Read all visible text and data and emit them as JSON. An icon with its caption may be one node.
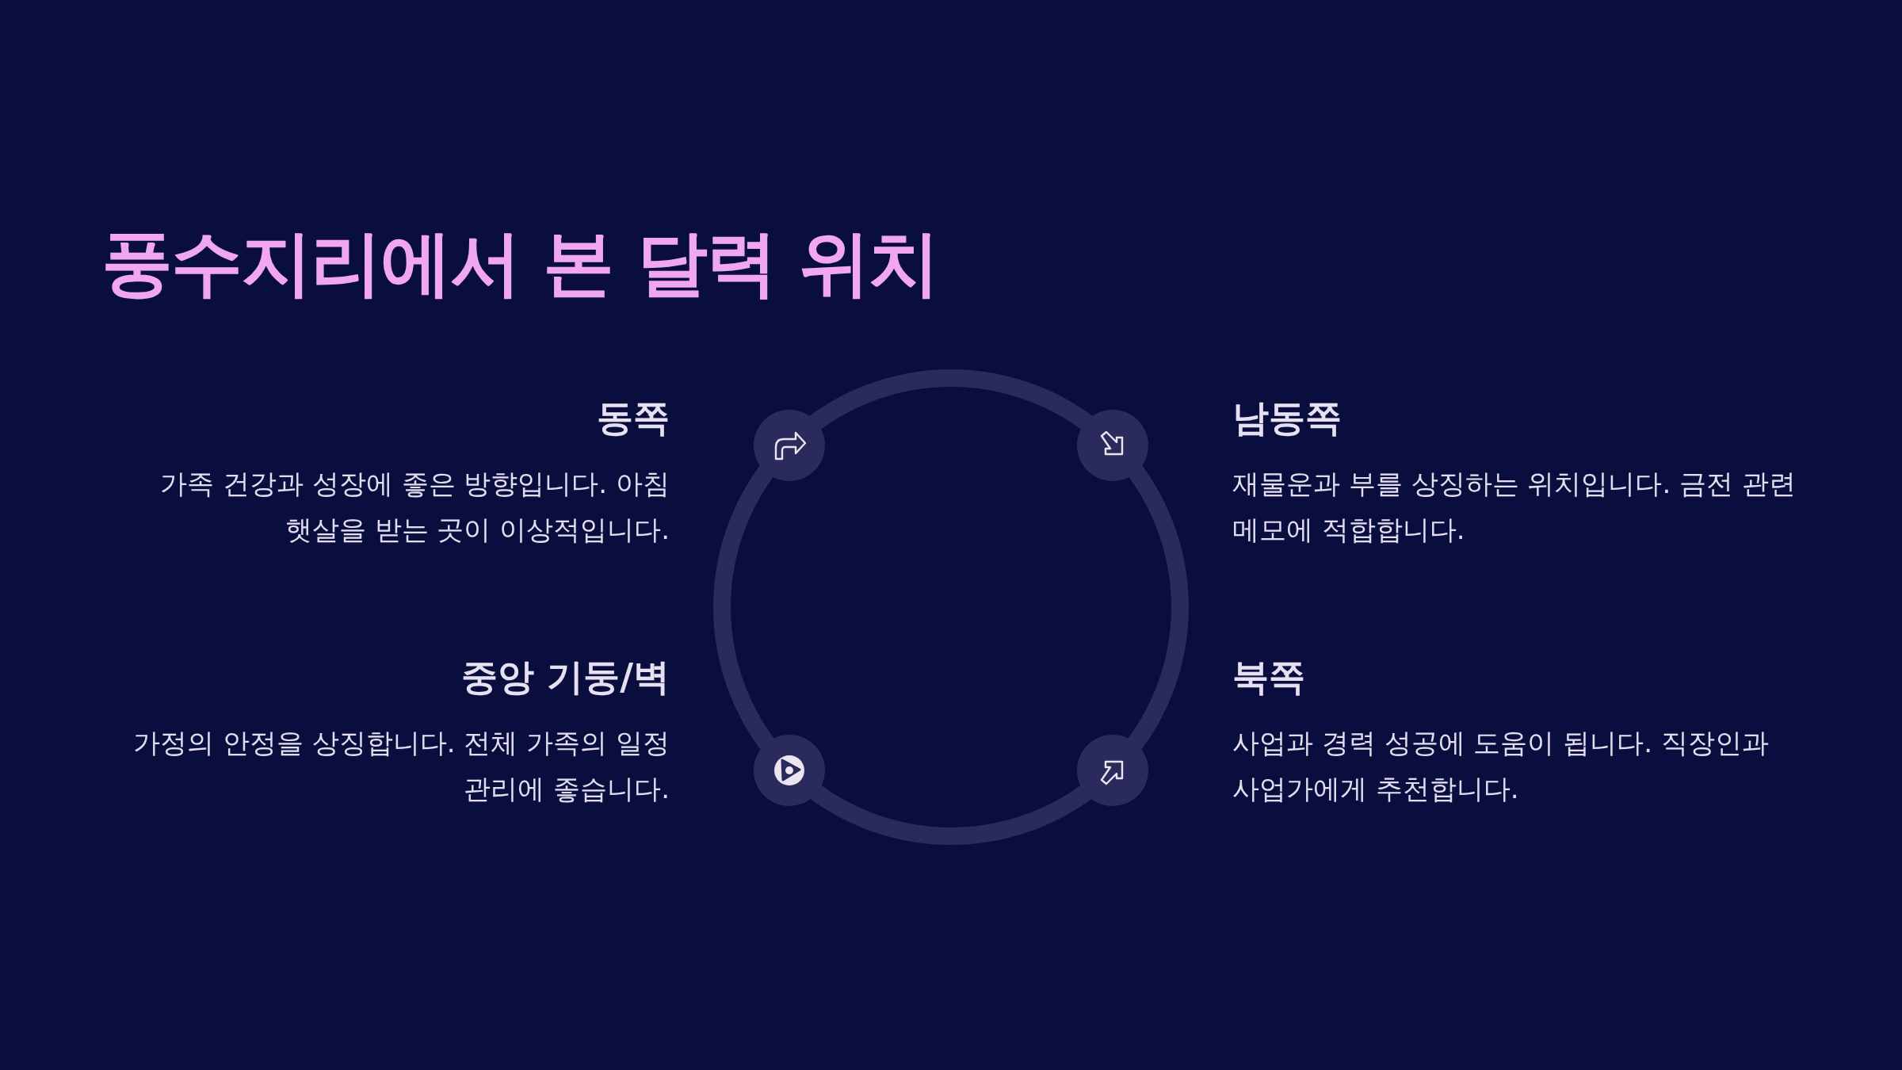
{
  "diagram": {
    "title": "풍수지리에서 본 달력 위치",
    "nodes": [
      {
        "text": [
          "동쪽",
          "가족 건강과 성장에 좋은 방향입니다. 아침 햇살을 받는 곳이 이상적입니다."
        ]
      },
      {
        "text": [
          "남동쪽",
          "재물운과 부를 상징하는 위치입니다. 금전 관련 메모에 적합합니다."
        ]
      },
      {
        "text": [
          "중앙 기둥/벽",
          "가정의 안정을 상징합니다. 전체 가족의 일정 관리에 좋습니다."
        ]
      },
      {
        "text": [
          "북쪽",
          "사업과 경력 성공에 도움이 됩니다. 직장인과 사업가에게 추천합니다."
        ]
      }
    ]
  }
}
